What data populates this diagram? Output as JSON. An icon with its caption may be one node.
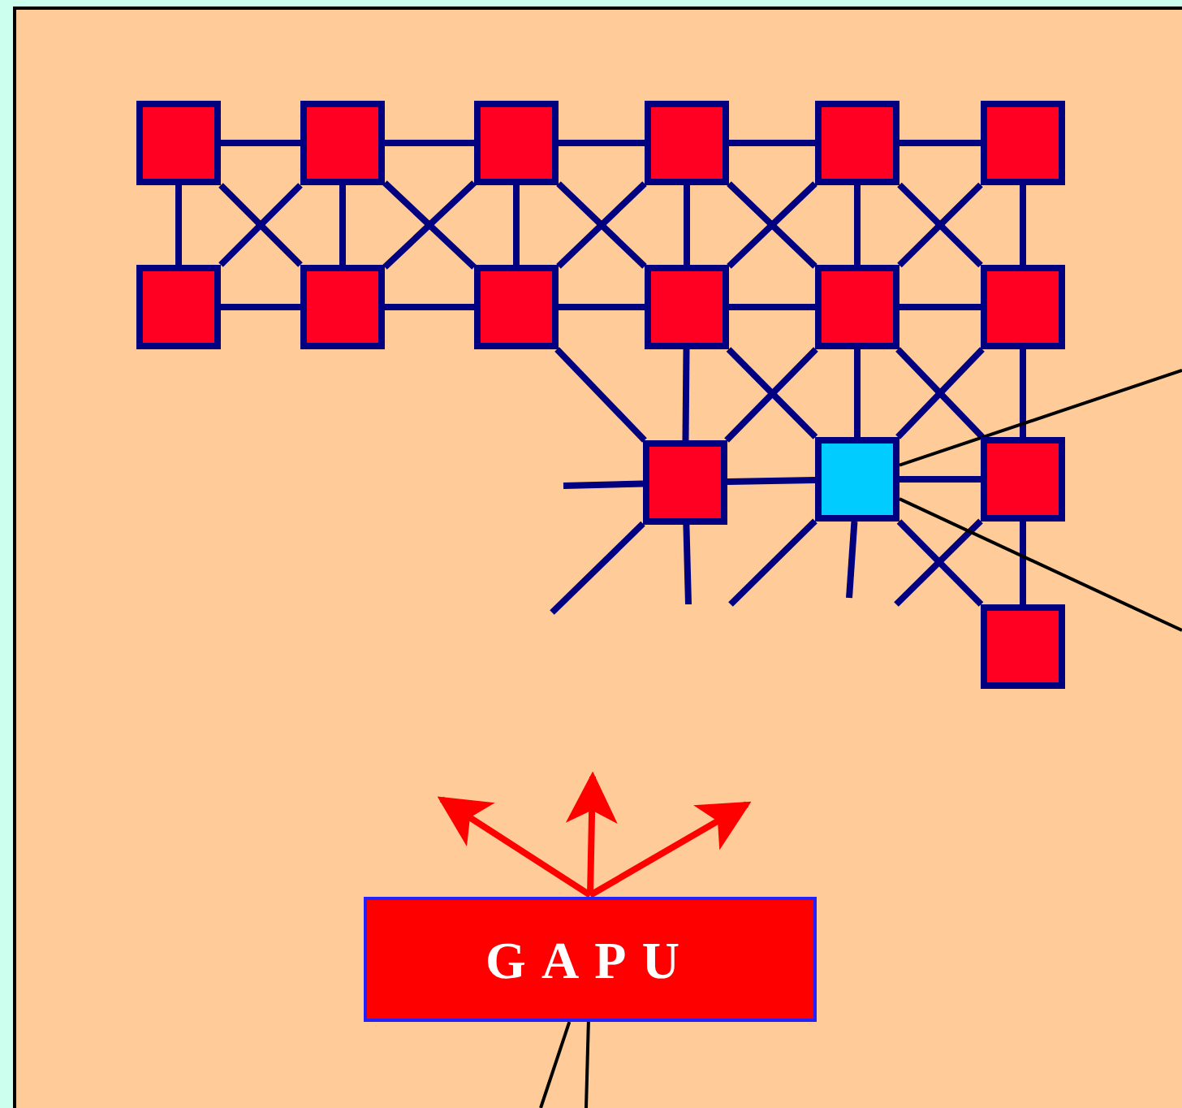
{
  "diagram": {
    "nodes": [
      {
        "text": [],
        "shape": "box"
      },
      {
        "text": [],
        "shape": "box"
      },
      {
        "text": [],
        "shape": "box"
      },
      {
        "text": [],
        "shape": "box"
      },
      {
        "text": [],
        "shape": "box"
      },
      {
        "text": [],
        "shape": "box"
      },
      {
        "text": [],
        "shape": "box"
      },
      {
        "text": [],
        "shape": "box"
      },
      {
        "text": [],
        "shape": "box"
      },
      {
        "text": [],
        "shape": "box"
      },
      {
        "text": [],
        "shape": "box"
      },
      {
        "text": [],
        "shape": "box"
      },
      {
        "text": [],
        "shape": "box"
      },
      {
        "text": [],
        "shape": "box"
      },
      {
        "text": [],
        "shape": "box"
      },
      {
        "text": [],
        "shape": "box"
      },
      {
        "text": [
          "GAPU"
        ]
      }
    ],
    "edges": [
      {
        "from": 0,
        "to": 1,
        "arrow": "none"
      },
      {
        "from": 1,
        "to": 2,
        "arrow": "none"
      },
      {
        "from": 2,
        "to": 3,
        "arrow": "none"
      },
      {
        "from": 3,
        "to": 4,
        "arrow": "none"
      },
      {
        "from": 4,
        "to": 5,
        "arrow": "none"
      },
      {
        "from": 6,
        "to": 7,
        "arrow": "none"
      },
      {
        "from": 7,
        "to": 8,
        "arrow": "none"
      },
      {
        "from": 8,
        "to": 9,
        "arrow": "none"
      },
      {
        "from": 9,
        "to": 10,
        "arrow": "none"
      },
      {
        "from": 10,
        "to": 11,
        "arrow": "none"
      },
      {
        "from": 0,
        "to": 6,
        "arrow": "none"
      },
      {
        "from": 1,
        "to": 7,
        "arrow": "none"
      },
      {
        "from": 2,
        "to": 8,
        "arrow": "none"
      },
      {
        "from": 3,
        "to": 9,
        "arrow": "none"
      },
      {
        "from": 4,
        "to": 10,
        "arrow": "none"
      },
      {
        "from": 5,
        "to": 11,
        "arrow": "none"
      },
      {
        "from": 0,
        "to": 7,
        "arrow": "none"
      },
      {
        "from": 6,
        "to": 1,
        "arrow": "none"
      },
      {
        "from": 1,
        "to": 8,
        "arrow": "none"
      },
      {
        "from": 7,
        "to": 2,
        "arrow": "none"
      },
      {
        "from": 2,
        "to": 9,
        "arrow": "none"
      },
      {
        "from": 8,
        "to": 3,
        "arrow": "none"
      },
      {
        "from": 3,
        "to": 10,
        "arrow": "none"
      },
      {
        "from": 9,
        "to": 4,
        "arrow": "none"
      },
      {
        "from": 4,
        "to": 11,
        "arrow": "none"
      },
      {
        "from": 10,
        "to": 5,
        "arrow": "none"
      },
      {
        "from": 8,
        "to": 12,
        "arrow": "none"
      },
      {
        "from": 9,
        "to": 12,
        "arrow": "none"
      },
      {
        "from": 9,
        "to": 13,
        "arrow": "none"
      },
      {
        "from": 10,
        "to": 12,
        "arrow": "none"
      },
      {
        "from": 10,
        "to": 13,
        "arrow": "none"
      },
      {
        "from": 10,
        "to": 14,
        "arrow": "none"
      },
      {
        "from": 11,
        "to": 13,
        "arrow": "none"
      },
      {
        "from": 11,
        "to": 14,
        "arrow": "none"
      },
      {
        "from": 12,
        "to": 13,
        "arrow": "none"
      },
      {
        "from": 13,
        "to": 14,
        "arrow": "none"
      },
      {
        "from": 13,
        "to": 15,
        "arrow": "none"
      },
      {
        "from": 14,
        "to": 15,
        "arrow": "none"
      },
      {
        "from": null,
        "to": 12,
        "arrow": "none"
      },
      {
        "from": 12,
        "to": null,
        "arrow": "none"
      },
      {
        "from": 12,
        "to": null,
        "arrow": "none"
      },
      {
        "from": 13,
        "to": null,
        "arrow": "none"
      },
      {
        "from": 13,
        "to": null,
        "arrow": "none"
      },
      {
        "from": 14,
        "to": null,
        "arrow": "none"
      },
      {
        "from": 13,
        "to": null,
        "arrow": "none",
        "color": "#000000"
      },
      {
        "from": 13,
        "to": null,
        "arrow": "none",
        "color": "#000000"
      },
      {
        "from": 16,
        "to": null,
        "arrow": "to",
        "color": "#ff0000"
      },
      {
        "from": 16,
        "to": null,
        "arrow": "to",
        "color": "#ff0000"
      },
      {
        "from": 16,
        "to": null,
        "arrow": "to",
        "color": "#ff0000"
      },
      {
        "from": 16,
        "to": null,
        "arrow": "none",
        "color": "#000000"
      },
      {
        "from": 16,
        "to": null,
        "arrow": "none",
        "color": "#000000"
      }
    ]
  }
}
